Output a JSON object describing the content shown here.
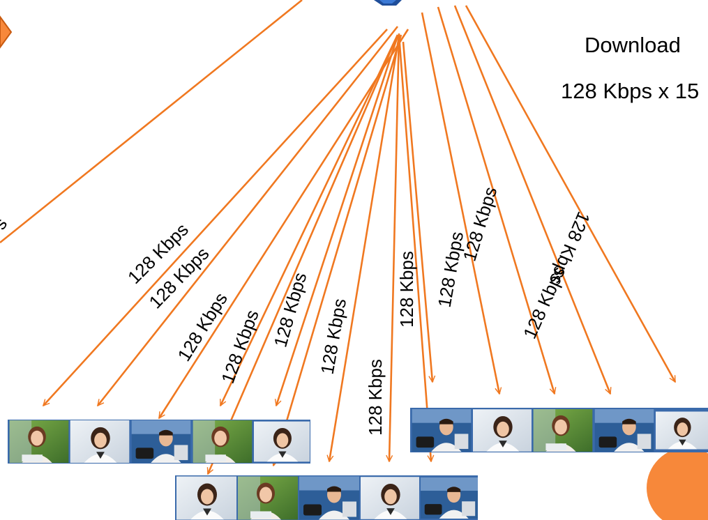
{
  "download": {
    "title": "Download",
    "rate_text": "128 Kbps x 15"
  },
  "link_label": "128 Kbps",
  "partial_label": "s",
  "colors": {
    "arrow": "#F07820",
    "accent_orange": "#F7883A",
    "tile_bg": "#4f7fb8"
  },
  "icons": [
    "server-icon",
    "participant-thumbnail"
  ]
}
